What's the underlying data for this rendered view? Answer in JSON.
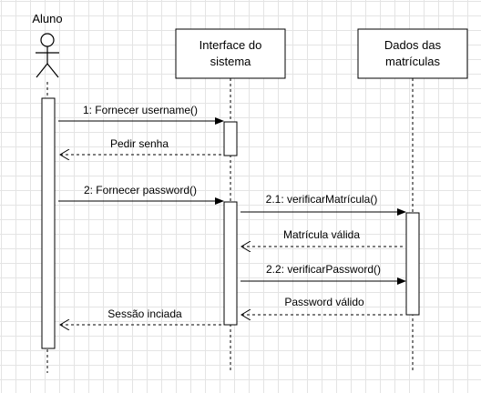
{
  "diagram": {
    "actor": {
      "name": "Aluno"
    },
    "participants": [
      {
        "line1": "Interface do",
        "line2": "sistema"
      },
      {
        "line1": "Dados das",
        "line2": "matrículas"
      }
    ],
    "messages": [
      {
        "label": "1: Fornecer username()",
        "kind": "sync"
      },
      {
        "label": "Pedir senha",
        "kind": "return"
      },
      {
        "label": "2: Fornecer password()",
        "kind": "sync"
      },
      {
        "label": "2.1: verificarMatrícula()",
        "kind": "sync"
      },
      {
        "label": "Matrícula válida",
        "kind": "return"
      },
      {
        "label": "2.2: verificarPassword()",
        "kind": "sync"
      },
      {
        "label": "Password válido",
        "kind": "return"
      },
      {
        "label": "Sessão inciada",
        "kind": "return"
      }
    ]
  }
}
